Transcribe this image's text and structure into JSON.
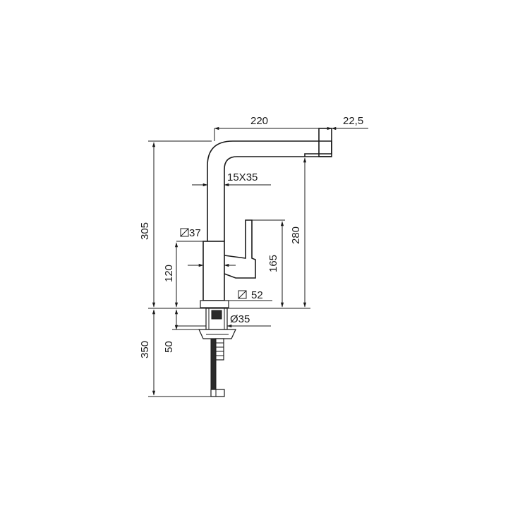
{
  "dimensions": {
    "spout_reach": "220",
    "spout_outlet": "22,5",
    "spout_section": "15X35",
    "total_height": "305",
    "body_square": "37",
    "base_height": "120",
    "outlet_height": "280",
    "lever_height": "165",
    "base_square": "52",
    "thread_diameter": "Ø35",
    "under_counter_length": "350",
    "shank_length": "50"
  }
}
